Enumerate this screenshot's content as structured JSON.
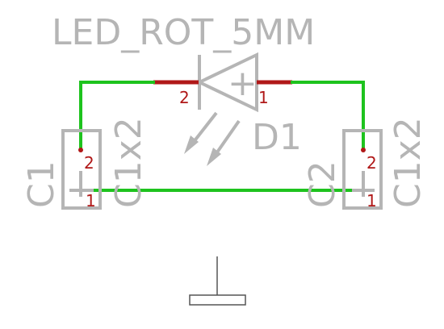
{
  "led": {
    "value": "LED_ROT_5MM",
    "designator": "D1",
    "pin_anode": "2",
    "pin_cathode": "1",
    "polarity_mark": "+"
  },
  "c1": {
    "designator": "C1",
    "value": "C1x2",
    "pin_top": "2",
    "pin_bottom": "1"
  },
  "c2": {
    "designator": "C2",
    "value": "C1x2",
    "pin_top": "2",
    "pin_bottom": "1"
  },
  "colors": {
    "wire": "#1ec31e",
    "pin": "#b01818",
    "symbol": "#b5b5b5",
    "background": "#ffffff"
  }
}
